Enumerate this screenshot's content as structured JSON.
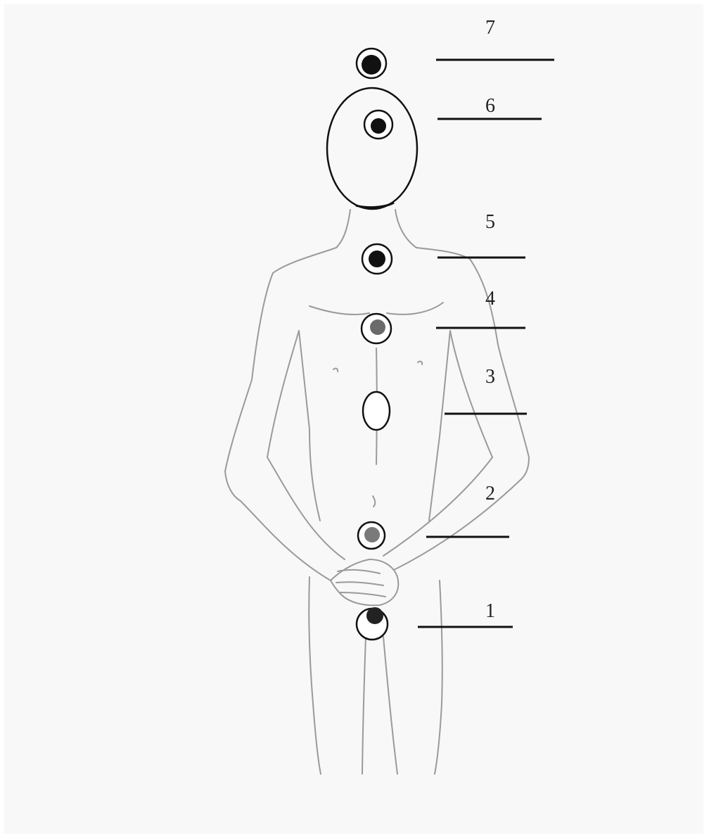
{
  "labels": [
    {
      "id": "7",
      "text": "7"
    },
    {
      "id": "6",
      "text": "6"
    },
    {
      "id": "5",
      "text": "5"
    },
    {
      "id": "4",
      "text": "4"
    },
    {
      "id": "3",
      "text": "3"
    },
    {
      "id": "2",
      "text": "2"
    },
    {
      "id": "1",
      "text": "1"
    }
  ],
  "colors": {
    "background": "#f8f8f8",
    "sketch_line": "#9a9a9a",
    "leader_line": "#111111",
    "marker_ring": "#111111",
    "marker_fill_dark": "#111111",
    "marker_fill_gray": "#6a6a6a",
    "marker_fill_white": "#ffffff"
  }
}
